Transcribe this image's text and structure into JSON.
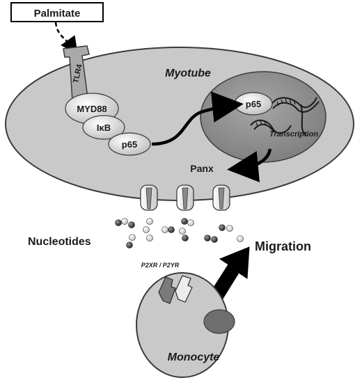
{
  "diagram": {
    "palmitate": "Palmitate",
    "tlr4": "TLR4",
    "myotube": "Myotube",
    "myd88": "MYD88",
    "ikb": "IκB",
    "p65_cytoplasm": "p65",
    "p65_nucleus": "p65",
    "transcription": "Transcription",
    "panx": "Panx",
    "nucleotides": "Nucleotides",
    "receptors": "P2XR / P2YR",
    "migration": "Migration",
    "monocyte": "Monocyte"
  },
  "colors": {
    "cell_fill": "#c9c9c9",
    "nucleus_fill": "#8f8f8f",
    "protein_fill": "#e4e4e4",
    "arrow": "#000000",
    "monocyte_nucleus": "#6e6e6e"
  }
}
